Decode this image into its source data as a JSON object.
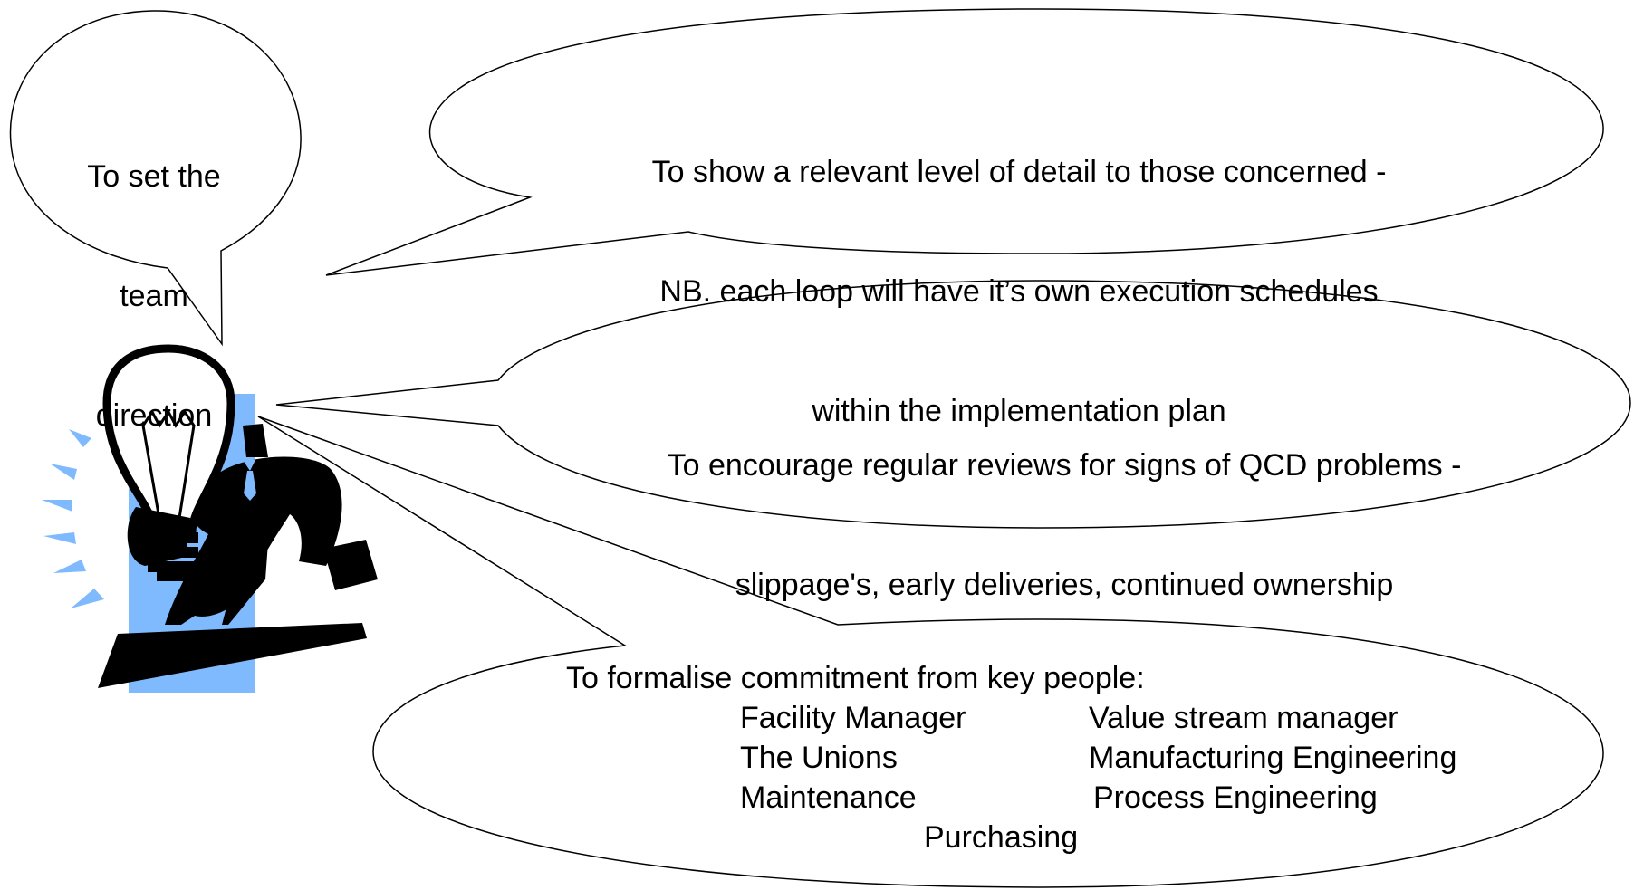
{
  "bubbles": {
    "direction": {
      "lines": [
        "To set the",
        "team",
        "direction"
      ]
    },
    "detail": {
      "lines": [
        "To show a relevant level of detail to those concerned -",
        "NB. each loop will have it’s own execution schedules",
        "within the implementation plan"
      ]
    },
    "reviews": {
      "lines": [
        "To encourage regular reviews for signs of QCD problems -",
        "slippage's, early deliveries, continued ownership"
      ]
    },
    "commitment": {
      "heading": "To formalise commitment from key people:",
      "people": [
        "Facility Manager",
        "Value stream manager",
        "The Unions",
        "Manufacturing Engineering",
        "Maintenance",
        "Process Engineering",
        "Purchasing"
      ]
    }
  },
  "illustration": {
    "figure": "businessman-holding-lightbulb",
    "accent_color": "#7fbaff",
    "icon": "lightbulb-icon"
  }
}
